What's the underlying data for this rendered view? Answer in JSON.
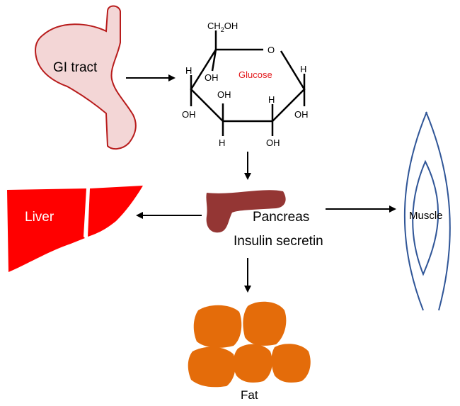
{
  "organs": {
    "gi_tract": "GI tract",
    "liver": "Liver",
    "pancreas": "Pancreas",
    "insulin": "Insulin secretin",
    "muscle": "Muscle",
    "fat": "Fat"
  },
  "glucose": {
    "name": "Glucose",
    "ch2oh_main": "CH",
    "ch2oh_sub": "2",
    "ch2oh_tail": "OH",
    "ring_o": "O",
    "h": "H",
    "oh": "OH"
  },
  "colors": {
    "gi_fill": "#f3d6d6",
    "gi_stroke": "#b81c1c",
    "liver": "#ff0000",
    "pancreas": "#943634",
    "muscle": "#2f5597",
    "fat": "#e46c0a",
    "glucose_label": "#e31a1c"
  }
}
